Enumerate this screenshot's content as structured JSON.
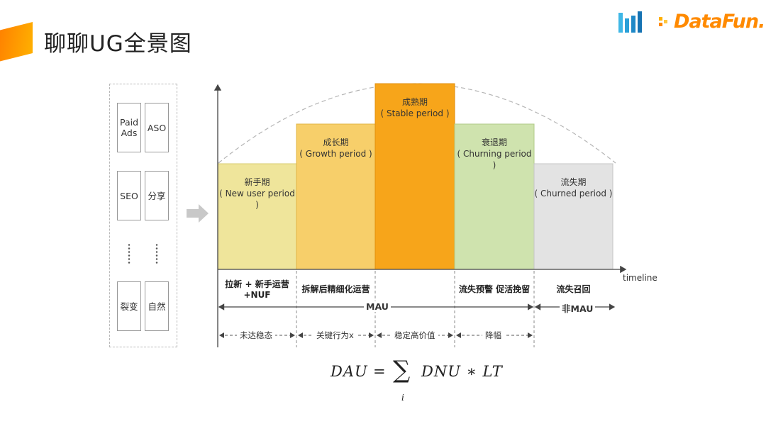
{
  "slide": {
    "title": "聊聊UG全景图",
    "brand": "DataFun."
  },
  "channels": [
    {
      "label": "Paid\nAds"
    },
    {
      "label": "ASO"
    },
    {
      "label": "SEO"
    },
    {
      "label": "分享"
    },
    {
      "label": "裂变"
    },
    {
      "label": "自然"
    }
  ],
  "phases": [
    {
      "name": "新手期",
      "english": "( New user period )",
      "color": "#efe59b",
      "border": "#d8cc6f"
    },
    {
      "name": "成长期",
      "english": "( Growth period )",
      "color": "#f7cf6a",
      "border": "#e0b447"
    },
    {
      "name": "成熟期",
      "english": "( Stable period )",
      "color": "#f7a51a",
      "border": "#e08f0c"
    },
    {
      "name": "衰退期",
      "english": "( Churning period )",
      "color": "#cfe3ae",
      "border": "#b1cb88"
    },
    {
      "name": "流失期",
      "english": "( Churned period )",
      "color": "#e3e3e3",
      "border": "#c4c4c4"
    }
  ],
  "operations": [
    "拉新 + 新手运营\n+NUF",
    "拆解后精细化运营",
    "",
    "流失预警 促活挽留",
    "流失召回"
  ],
  "axis": {
    "x_label": "timeline"
  },
  "ranges": {
    "mau": "MAU",
    "non_mau": "非MAU"
  },
  "segments": [
    "未达稳态",
    "关键行为x",
    "稳定高价值",
    "降幅"
  ],
  "formula": {
    "lhs": "DAU",
    "eq": "=",
    "sum": "∑",
    "sub": "i",
    "rhs": "DNU ∗ LT"
  }
}
